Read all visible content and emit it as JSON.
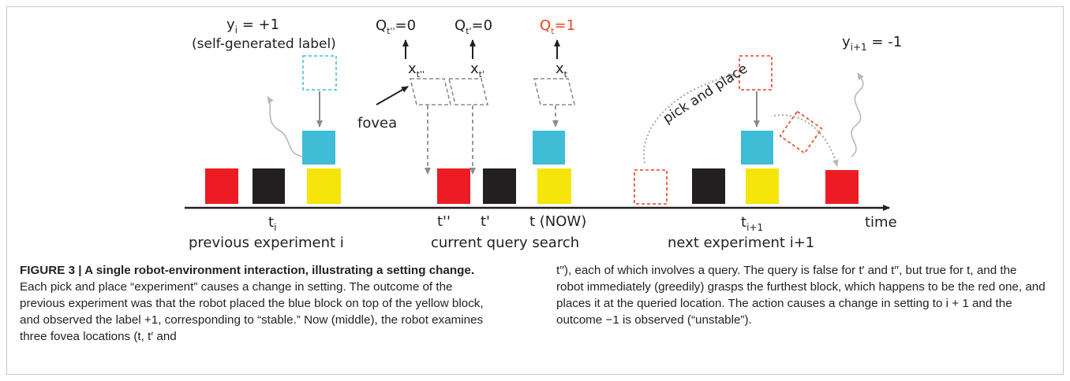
{
  "figure": {
    "labels": {
      "y_i": "y",
      "y_i_sub": "i",
      "y_i_val": " = +1",
      "self_generated": "(self-generated label)",
      "q1": "Q",
      "q1_sub": "t''",
      "q1_val": "=0",
      "q2": "Q",
      "q2_sub": "t'",
      "q2_val": "=0",
      "q3": "Q",
      "q3_sub": "t",
      "q3_val": "=1",
      "x1": "x",
      "x1_sub": "t''",
      "x2": "x",
      "x2_sub": "t'",
      "x3": "x",
      "x3_sub": "t",
      "fovea": "fovea",
      "pick_and_place": "pick and place",
      "y_next": "y",
      "y_next_sub": "i+1",
      "y_next_val": " = -1",
      "t_i": "t",
      "t_i_sub": "i",
      "t_dd": "t''",
      "t_d": "t'",
      "t_now": "t (NOW)",
      "t_next": "t",
      "t_next_sub": "i+1",
      "time": "time",
      "previous_experiment": "previous experiment i",
      "current_query": "current query search",
      "next_experiment": "next experiment i+1"
    },
    "colors": {
      "red": "#ed1c24",
      "black": "#231f20",
      "yellow": "#f5e50a",
      "cyan": "#3fbcd6",
      "gray": "#8c8c8c",
      "red_text": "#ef4123"
    }
  },
  "caption": {
    "title": "FIGURE 3 | A single robot-environment interaction, illustrating a setting change.",
    "left_text": " Each pick and place “experiment” causes a change in setting. The outcome of the previous experiment was that the robot placed the blue block on top of the yellow block, and observed the label +1, corresponding to “stable.” Now (middle), the robot examines three fovea locations (t, t′ and",
    "right_text": "t′′), each of which involves a query. The query is false for t′ and t′′, but true for t, and the robot immediately (greedily) grasps the furthest block, which happens to be the red one, and places it at the queried location. The action causes a change in setting to i + 1 and the outcome −1 is observed (“unstable”)."
  }
}
